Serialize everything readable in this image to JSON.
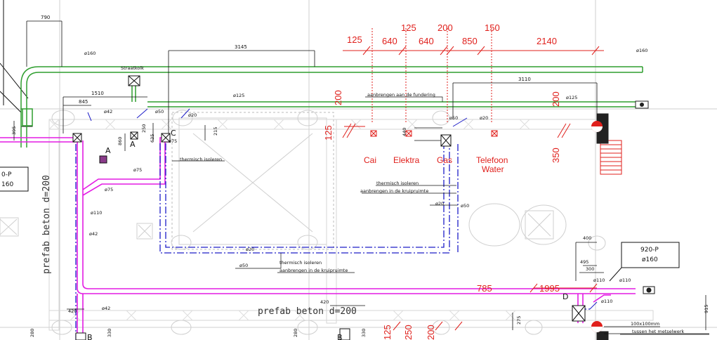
{
  "dims_top": {
    "d790": "790",
    "d3145": "3145",
    "d1510": "1510",
    "d845": "845",
    "d3110": "3110"
  },
  "red_dims_top": [
    "125",
    "125",
    "640",
    "640",
    "200",
    "850",
    "150",
    "2140"
  ],
  "red_dims_side": {
    "r200a": "200",
    "r200b": "200",
    "r125": "125",
    "r350": "350",
    "r785": "785",
    "r1995": "1995",
    "r125b": "125",
    "r250": "250",
    "r200c": "200"
  },
  "dims_small": {
    "d860": "860",
    "d250": "250",
    "d635": "635",
    "d215": "215",
    "d440": "440",
    "d400": "400",
    "d495": "495",
    "d300": "300",
    "d420a": "420",
    "d420b": "420",
    "d280a": "280",
    "d280b": "280",
    "d330a": "330",
    "d330b": "330",
    "d275": "275",
    "d915": "915",
    "d395": "395"
  },
  "pipe_labels": {
    "p160a": "ø160",
    "p160b": "ø160",
    "p125a": "ø125",
    "p125b": "ø125",
    "p42a": "ø42",
    "p42b": "ø42",
    "p42c": "ø42",
    "p50a": "ø50",
    "p50b": "ø50",
    "p50c": "ø50",
    "p50d": "ø50",
    "p20a": "ø20",
    "p20b": "ø20",
    "p20c": "ø20",
    "p20d": "ø20",
    "p75a": "ø75",
    "p75b": "ø75",
    "p75c": "ø75",
    "p110a": "ø110",
    "p110b": "ø110",
    "p110c": "ø110",
    "p110d": "ø110"
  },
  "notes": {
    "straatkolk": "Straatkolk",
    "fundering": "aanbrengen aan de fundering",
    "therm1": "thermisch isoleren",
    "therm2": "thermisch isoleren",
    "therm3": "thermisch isoleren",
    "kruip1": "aanbrengen in de kruipruimte",
    "kruip2": "aanbrengen in de kruipruimte",
    "prefab1": "prefab beton d=200",
    "prefab2": "prefab beton d=200",
    "box1": "100x100mm",
    "muur": "tussen het metselwerk"
  },
  "utilities": {
    "cai": "Cai",
    "elektra": "Elektra",
    "gas": "Gas",
    "telefoon": "Telefoon",
    "water": "Water"
  },
  "points": {
    "a1": "A",
    "a2": "A",
    "b1": "B",
    "b2": "B",
    "c1": "C",
    "d1": "D"
  },
  "callouts": {
    "p920_title": "920-P",
    "p920_value": "ø160",
    "left_title": "0-P",
    "left_value": "160"
  },
  "colors": {
    "green": "#2e9e2e",
    "magenta": "#e31be3",
    "blue": "#1d1dc8",
    "red": "#e0201c",
    "grid": "#cfcfcf",
    "black": "#111111"
  }
}
